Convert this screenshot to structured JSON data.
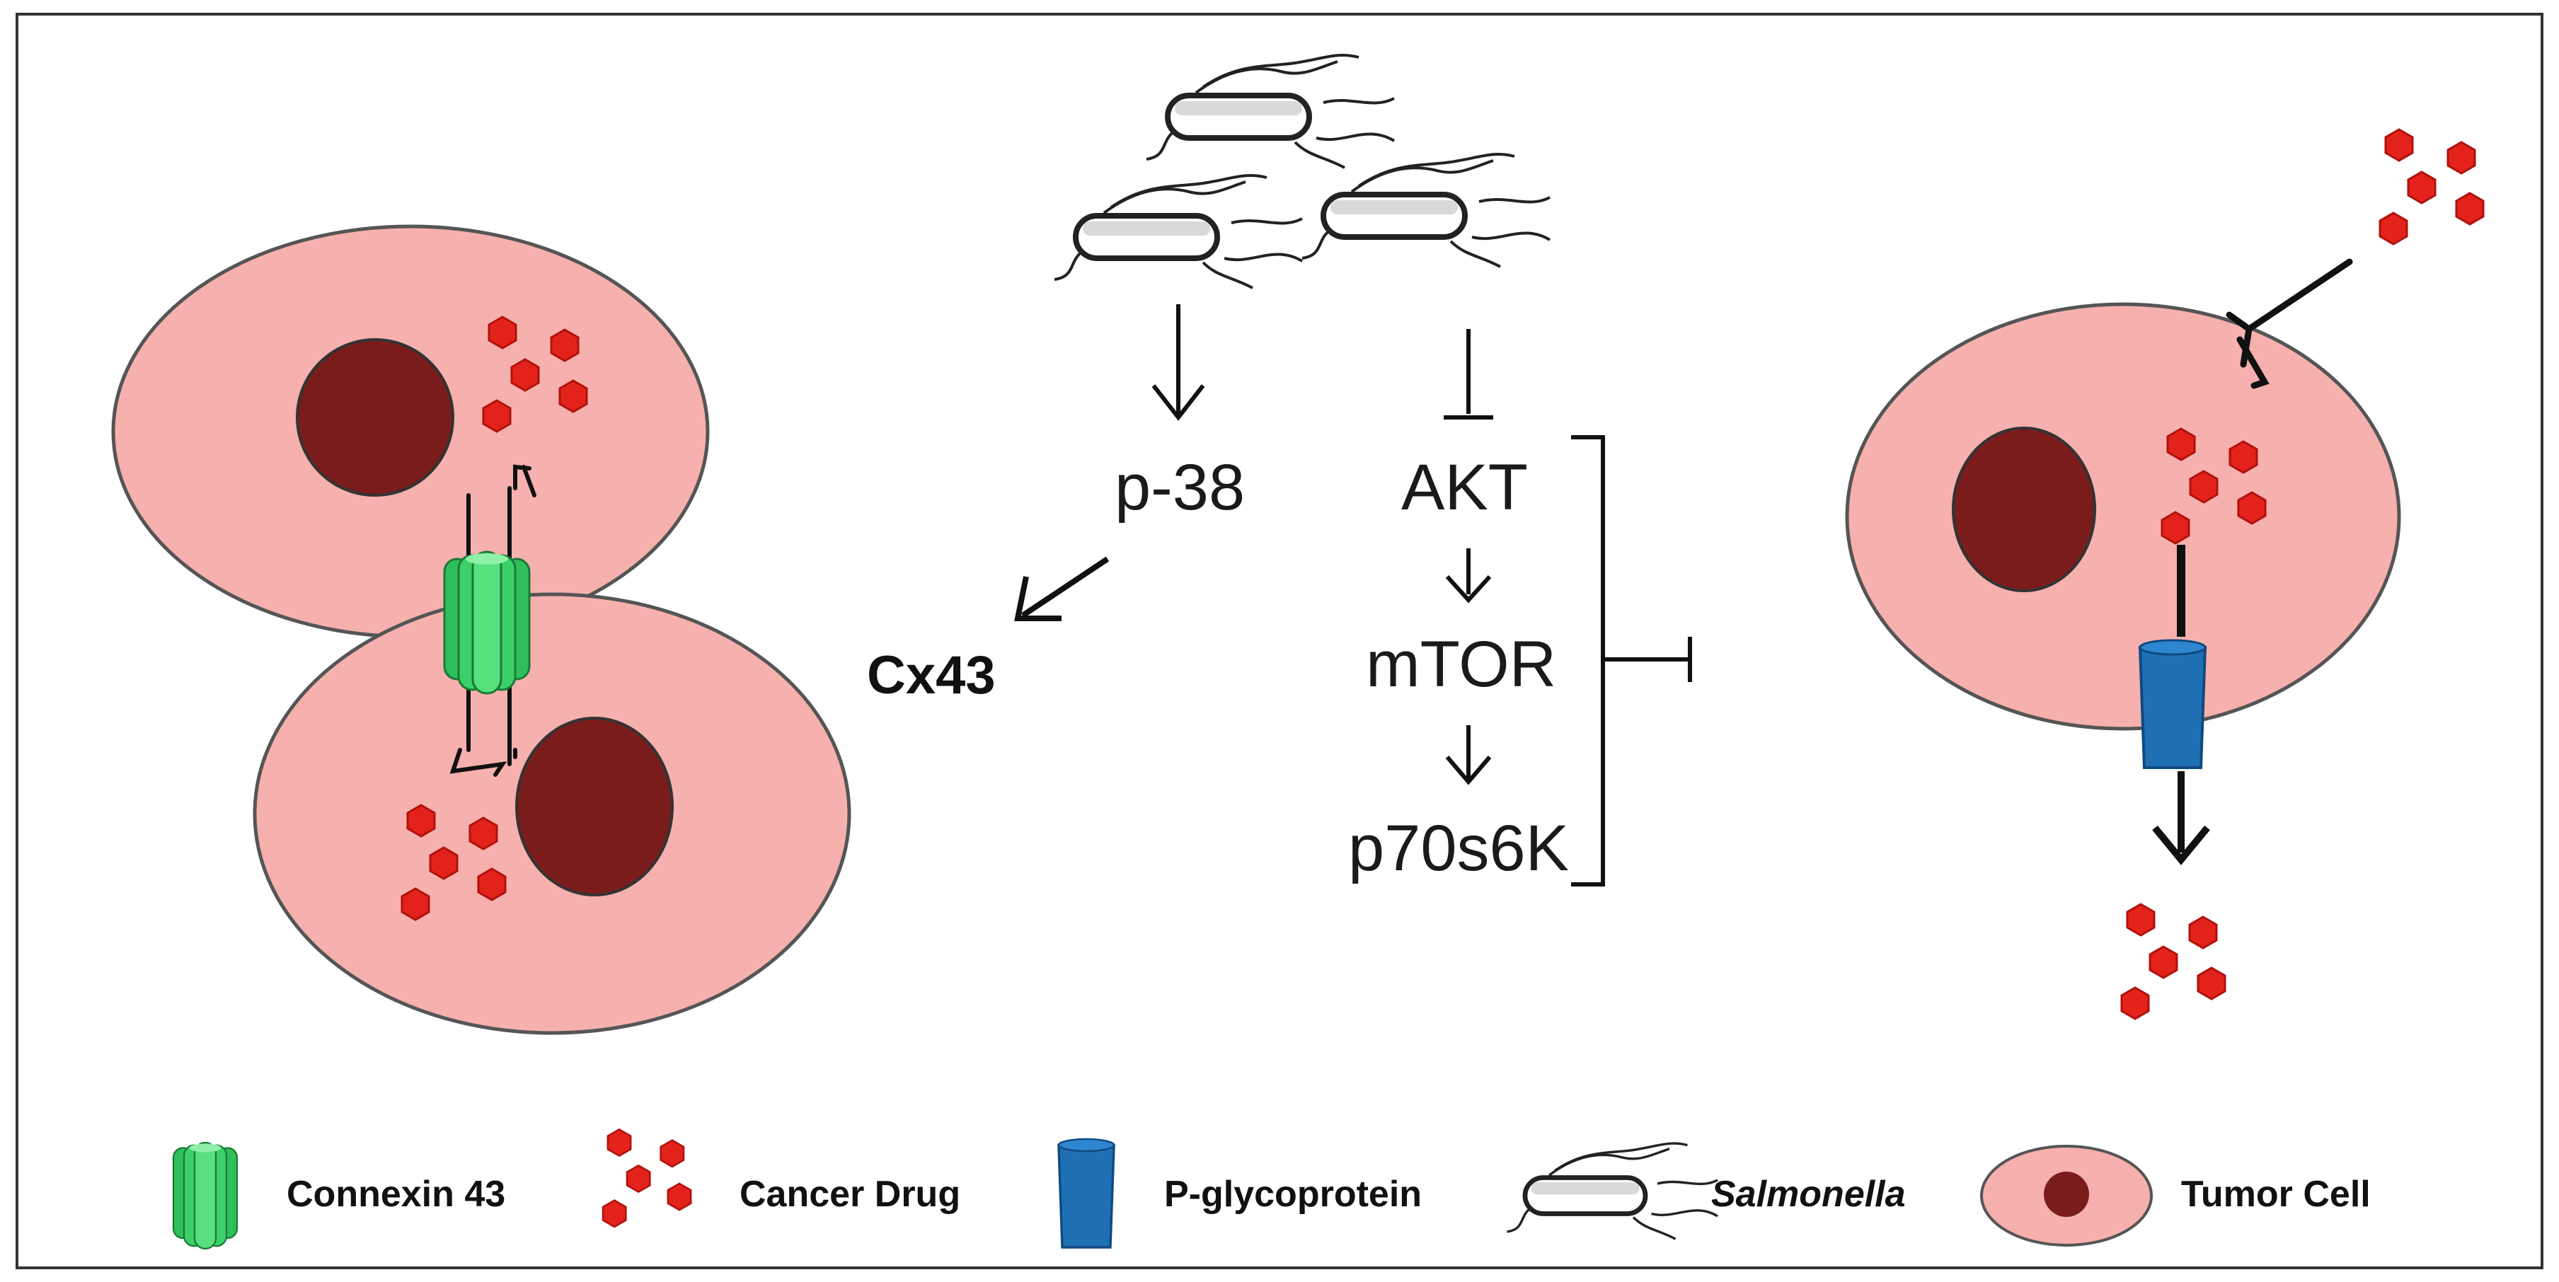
{
  "pathway": {
    "p38": "p-38",
    "cx43": "Cx43",
    "akt": "AKT",
    "mtor": "mTOR",
    "p70s6k": "p70s6K"
  },
  "legend": {
    "connexin": "Connexin 43",
    "drug": "Cancer Drug",
    "pgp": "P-glycoprotein",
    "salmonella": "Salmonella",
    "tumor": "Tumor Cell"
  },
  "colors": {
    "cell_fill": "#f6b0ad",
    "cell_stroke": "#555555",
    "nucleus": "#7a1c1c",
    "drug": "#e3231b",
    "connexin": "#2fbf5a",
    "pgp": "#1f6fb4"
  },
  "icons": [
    "connexin-channel-icon",
    "cancer-drug-icon",
    "p-glycoprotein-icon",
    "salmonella-icon",
    "tumor-cell-icon"
  ]
}
